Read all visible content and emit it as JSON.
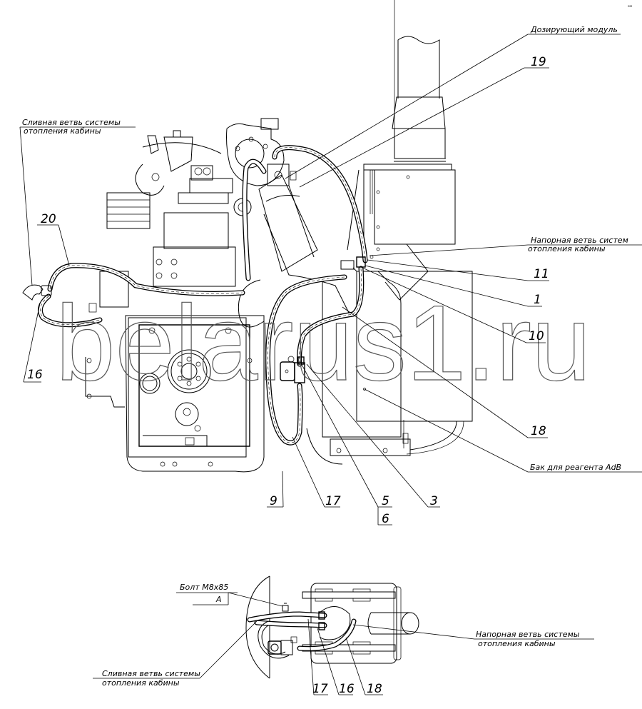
{
  "drawing": {
    "corner_mark": "sss",
    "watermark": "belarus1.ru",
    "main_view": {
      "callouts": {
        "dosing_module": "Дозирующий модуль",
        "drain_line_1": "Сливная ветвь системы",
        "drain_line_2": "отопления кабины",
        "pressure_line_1": "Напорная ветвь систем",
        "pressure_line_2": "отопления кабины",
        "reagent_tank": "Бак для   реагента AdB"
      },
      "position_numbers": {
        "p19": "19",
        "p20": "20",
        "p16": "16",
        "p11": "11",
        "p1": "1",
        "p10": "10",
        "p18": "18",
        "p9": "9",
        "p17": "17",
        "p5": "5",
        "p6": "6",
        "p3": "3"
      }
    },
    "detail_view": {
      "callouts": {
        "bolt": "Болт М8х85",
        "view_letter": "А",
        "pressure_line_1": "Напорная ветвь системы",
        "pressure_line_2": "отопления кабины",
        "drain_line_1": "Сливная ветвь системы",
        "drain_line_2": "отопления кабины"
      },
      "position_numbers": {
        "p17": "17",
        "p16": "16",
        "p18": "18"
      }
    },
    "colors": {
      "line": "#000000",
      "background": "#ffffff",
      "watermark": "#555555"
    }
  }
}
